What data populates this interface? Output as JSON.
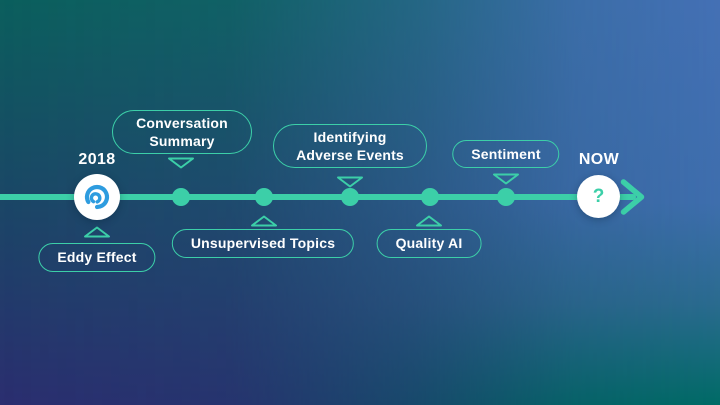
{
  "slide": {
    "start": {
      "year_label": "2018"
    },
    "end": {
      "label": "NOW",
      "symbol": "?"
    },
    "milestones": [
      {
        "label": "Eddy Effect",
        "position": "below"
      },
      {
        "label": "Conversation Summary",
        "position": "above"
      },
      {
        "label": "Unsupervised Topics",
        "position": "below"
      },
      {
        "label": "Identifying Adverse Events",
        "position": "above"
      },
      {
        "label": "Quality AI",
        "position": "below"
      },
      {
        "label": "Sentiment",
        "position": "above"
      }
    ],
    "icons": {
      "logo": "spiral-logo-icon",
      "end_arrow": "arrow-right-icon",
      "pointer_up": "triangle-up-icon",
      "pointer_down": "triangle-down-icon"
    },
    "colors": {
      "accent": "#3CCFA8",
      "logo_blue": "#2E9CDF",
      "text": "#FFFFFF",
      "bg_top_left": "#0B5F5D",
      "bg_top_right": "#4470B5",
      "bg_bottom_left": "#2B2E70",
      "bg_bottom_right": "#006B66"
    }
  }
}
